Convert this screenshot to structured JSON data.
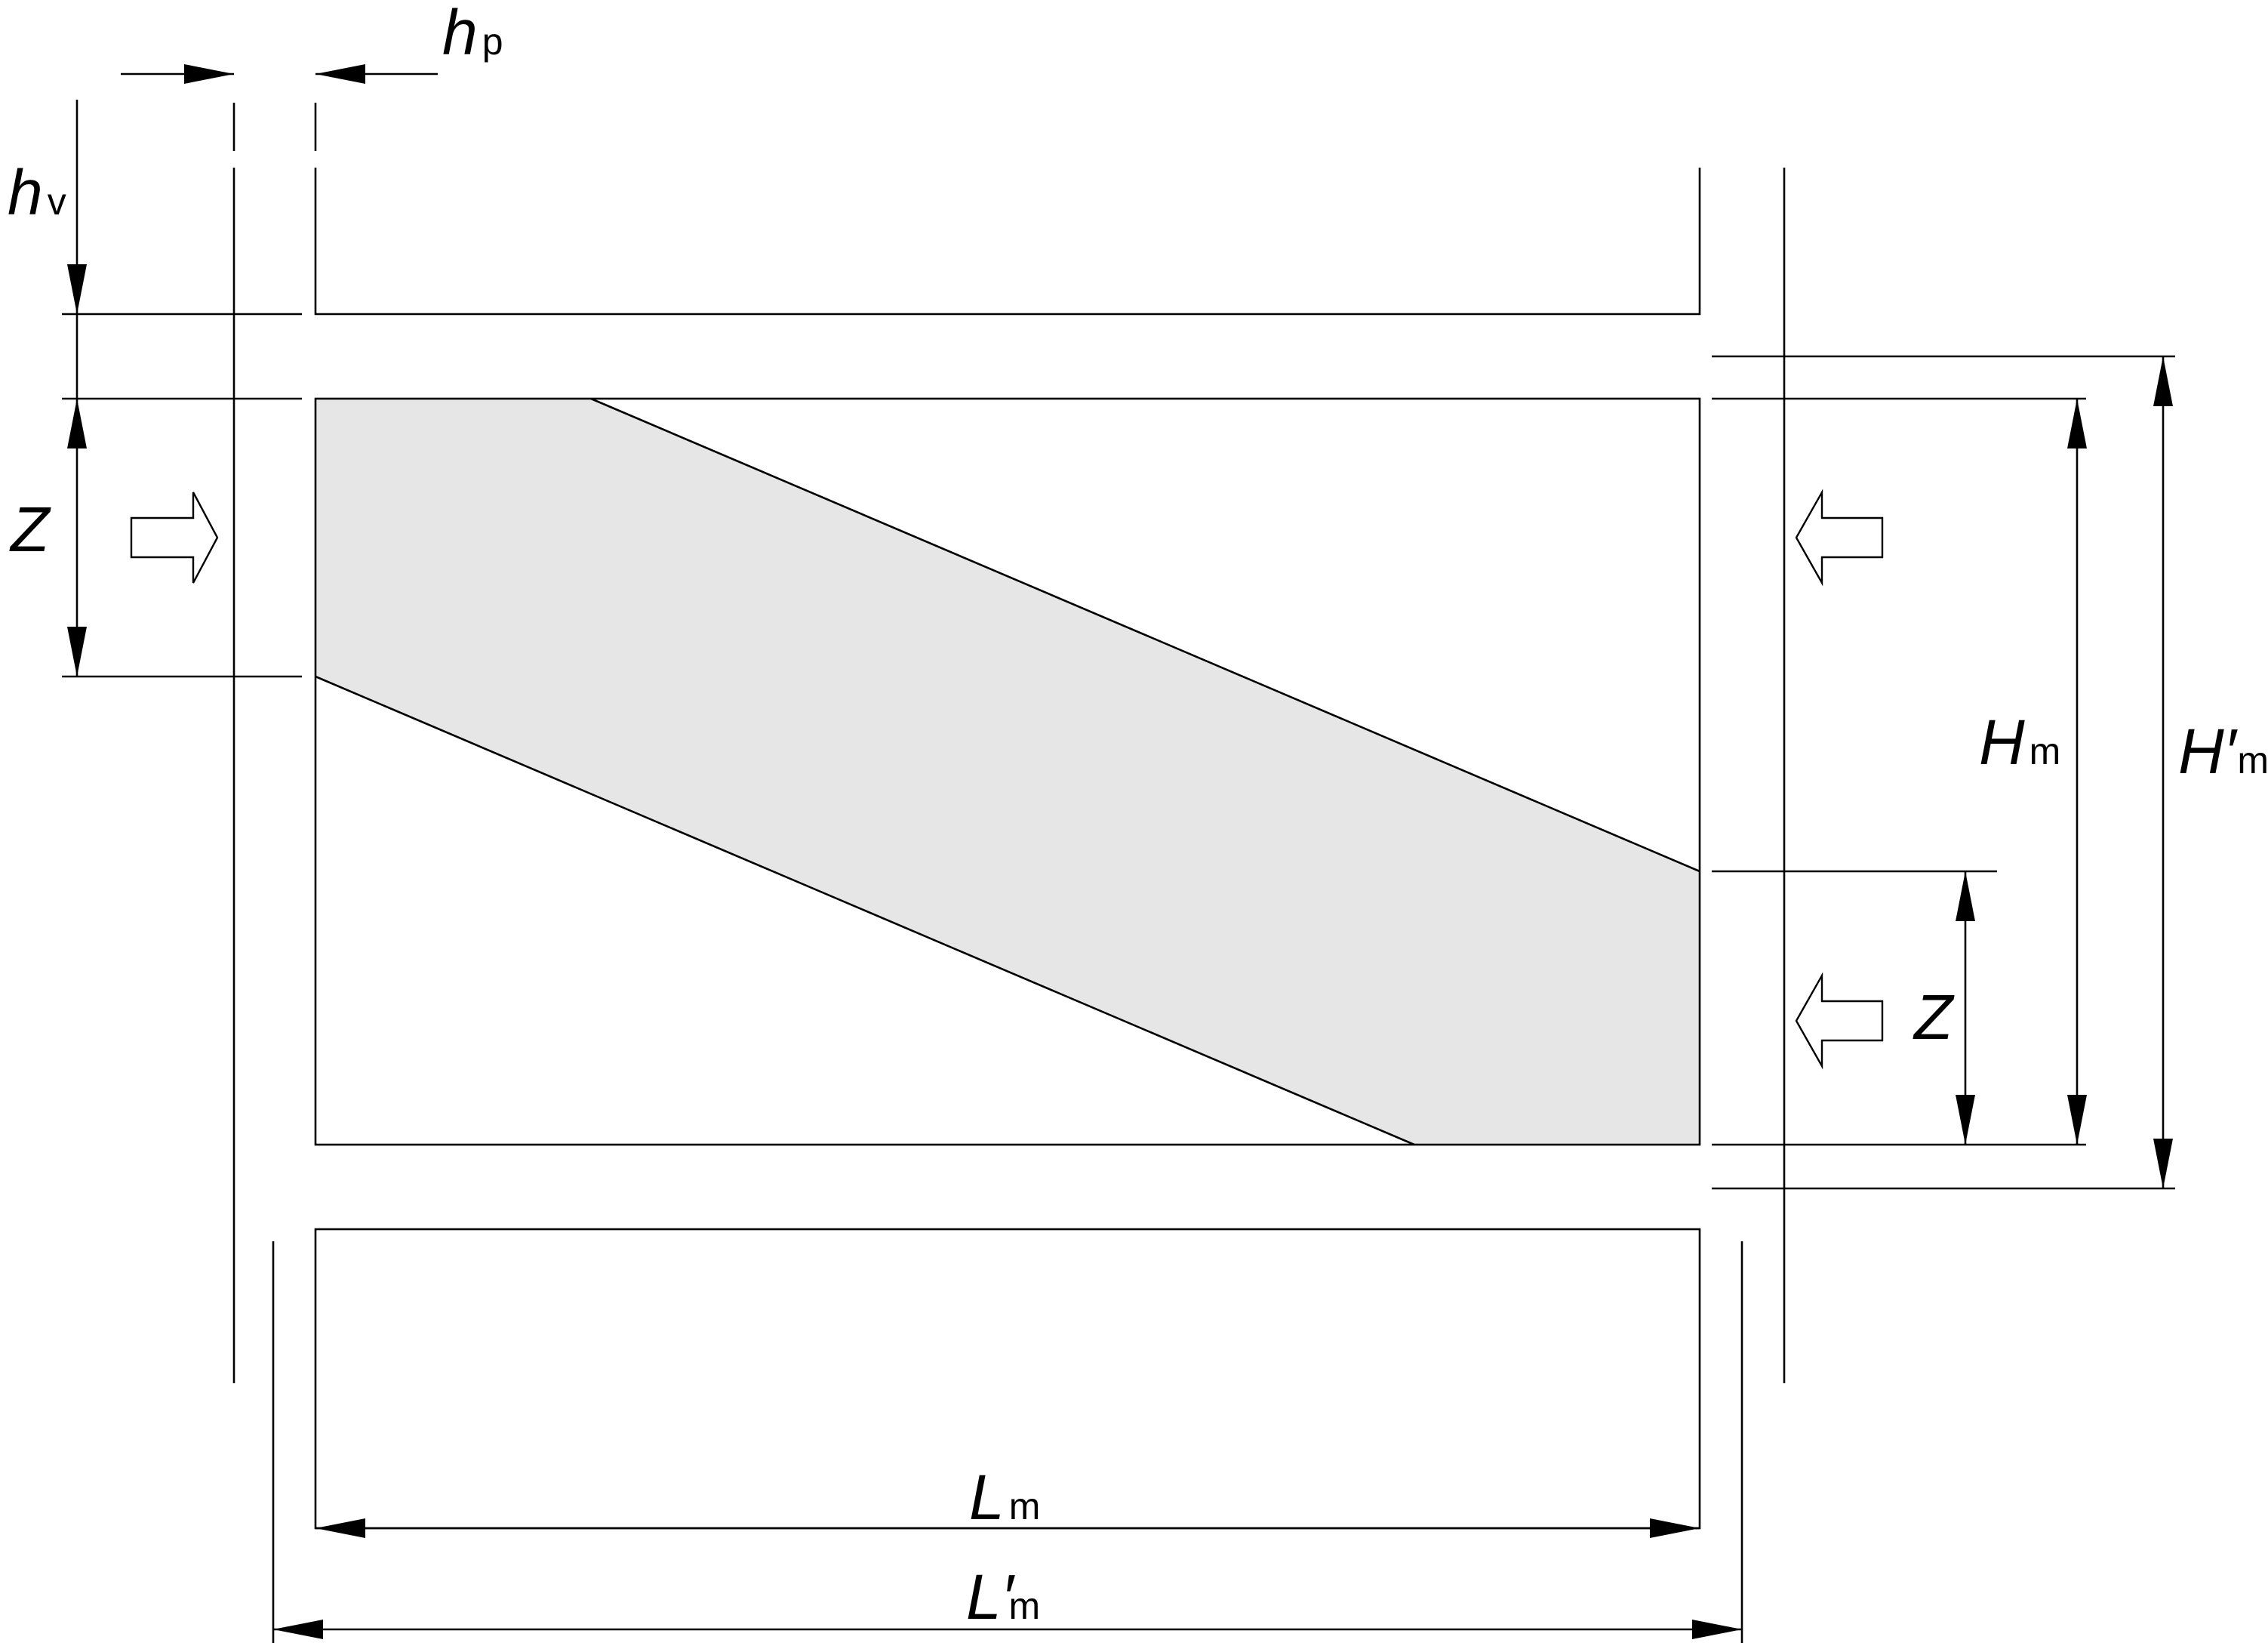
{
  "labels": {
    "h_p": {
      "symbol": "h",
      "subscript": "p"
    },
    "h_v": {
      "symbol": "h",
      "subscript": "v"
    },
    "z_left": {
      "symbol": "Z"
    },
    "z_right": {
      "symbol": "Z"
    },
    "H_m": {
      "symbol": "H",
      "subscript": "m"
    },
    "H_m_prime": {
      "symbol": "H′",
      "subscript": "m"
    },
    "L_m": {
      "symbol": "L",
      "subscript": "m"
    },
    "L_m_prime": {
      "symbol": "L′",
      "subscript": "m"
    }
  },
  "colors": {
    "line": "#000000",
    "shaded_band": "#e6e6e6",
    "background": "#ffffff"
  }
}
